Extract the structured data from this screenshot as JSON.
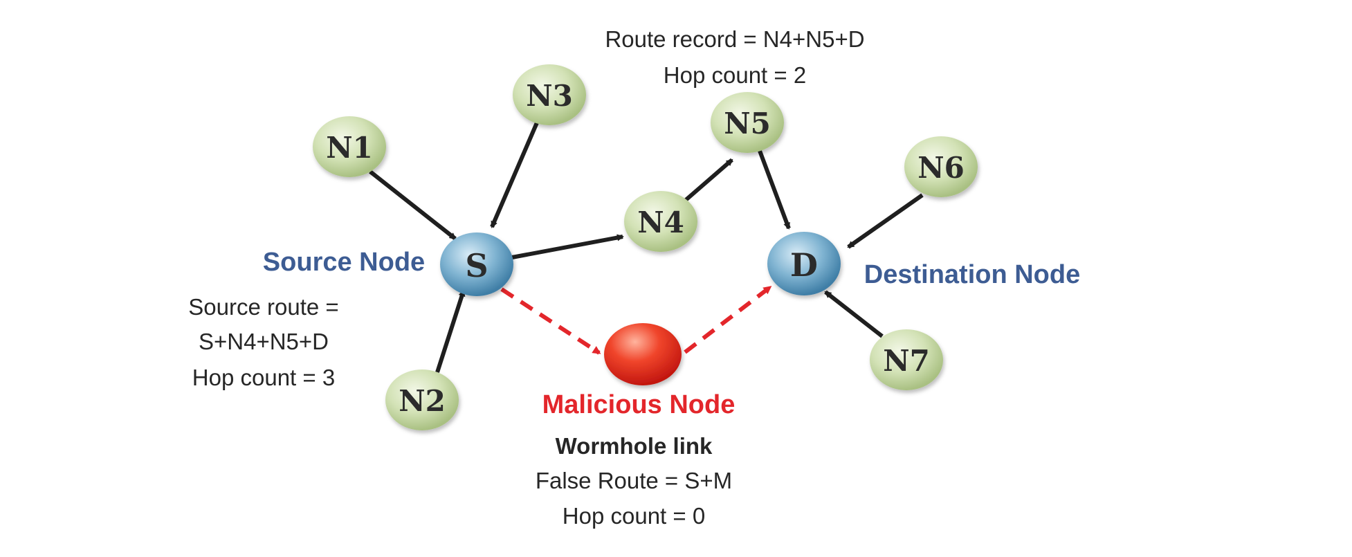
{
  "nodes": {
    "n1": "N1",
    "n2": "N2",
    "n3": "N3",
    "n4": "N4",
    "n5": "N5",
    "n6": "N6",
    "n7": "N7",
    "s": "S",
    "d": "D"
  },
  "labels": {
    "source_node": "Source Node",
    "destination_node": "Destination Node",
    "malicious_node": "Malicious Node"
  },
  "annotations": {
    "route_record": "Route record = N4+N5+D",
    "route_hop_count": "Hop count = 2",
    "source_route_line1": "Source route =",
    "source_route_line2": "S+N4+N5+D",
    "source_hop_count": "Hop count = 3",
    "wormhole_link": "Wormhole link",
    "false_route": "False Route = S+M",
    "false_hop_count": "Hop count = 0"
  },
  "colors": {
    "normal_node": "#c9d9a6",
    "endpoint_node": "#6ea4c4",
    "malicious_node": "#e3262b",
    "normal_link": "#1f1f1f",
    "wormhole_link": "#e3262b",
    "role_label_blue": "#3d5c93"
  }
}
